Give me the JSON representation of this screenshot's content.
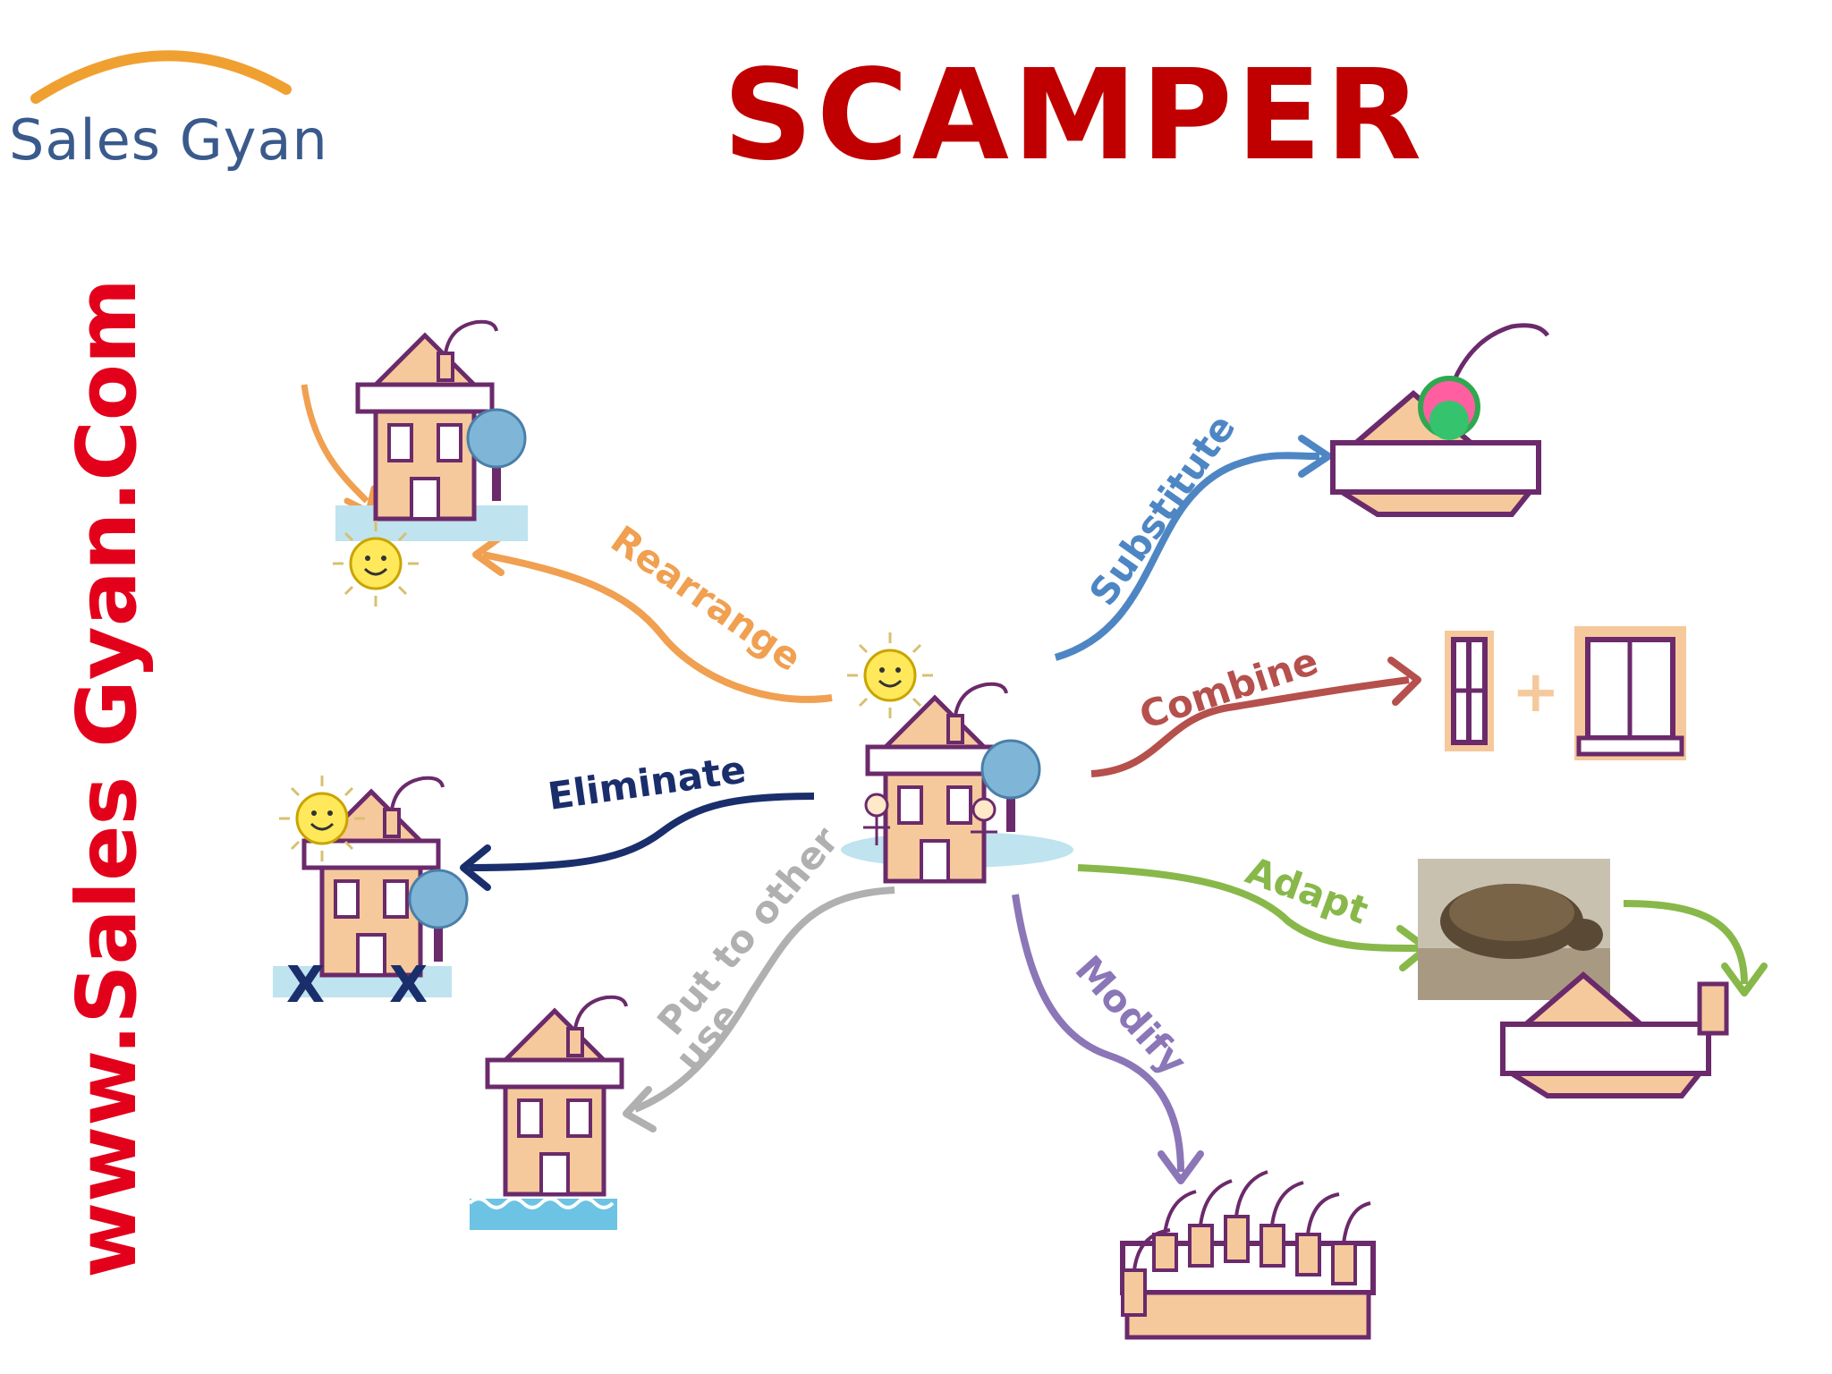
{
  "logo": {
    "text": "Sales Gyan",
    "arc_color": "#f0a030",
    "text_color": "#3a5a8c"
  },
  "title": "SCAMPER",
  "side_url": "www.Sales Gyan.Com",
  "colors": {
    "title": "#c00000",
    "side_url": "#e3001b",
    "house_fill": "#f5c99b",
    "house_outline": "#6b2a6b",
    "ground": "#bfe3ef",
    "sun": "#ffe95a",
    "tree": "#7fb6d8"
  },
  "branches": {
    "substitute": {
      "label": "Substitute",
      "color": "#4e86c4"
    },
    "combine": {
      "label": "Combine",
      "color": "#b5504c"
    },
    "adapt": {
      "label": "Adapt",
      "color": "#88b84a"
    },
    "modify": {
      "label": "Modify",
      "color": "#8b76b8"
    },
    "put_to_other_use": {
      "label_line1": "Put to other",
      "label_line2": "use",
      "color": "#b0b0b0"
    },
    "eliminate": {
      "label": "Eliminate",
      "color": "#1a2e6c"
    },
    "rearrange": {
      "label": "Rearrange",
      "color": "#f0a050"
    }
  },
  "icons": {
    "center": "house-scene-icon",
    "substitute": "house-with-flower-chimney-icon",
    "combine": "window-plus-door-icon",
    "adapt": "tortoise-photo-and-roof-icon",
    "modify": "many-chimneys-roof-icon",
    "put_to_other_use": "house-on-water-icon",
    "eliminate": "house-with-x-marks-icon",
    "rearrange": "house-with-sun-below-icon"
  }
}
